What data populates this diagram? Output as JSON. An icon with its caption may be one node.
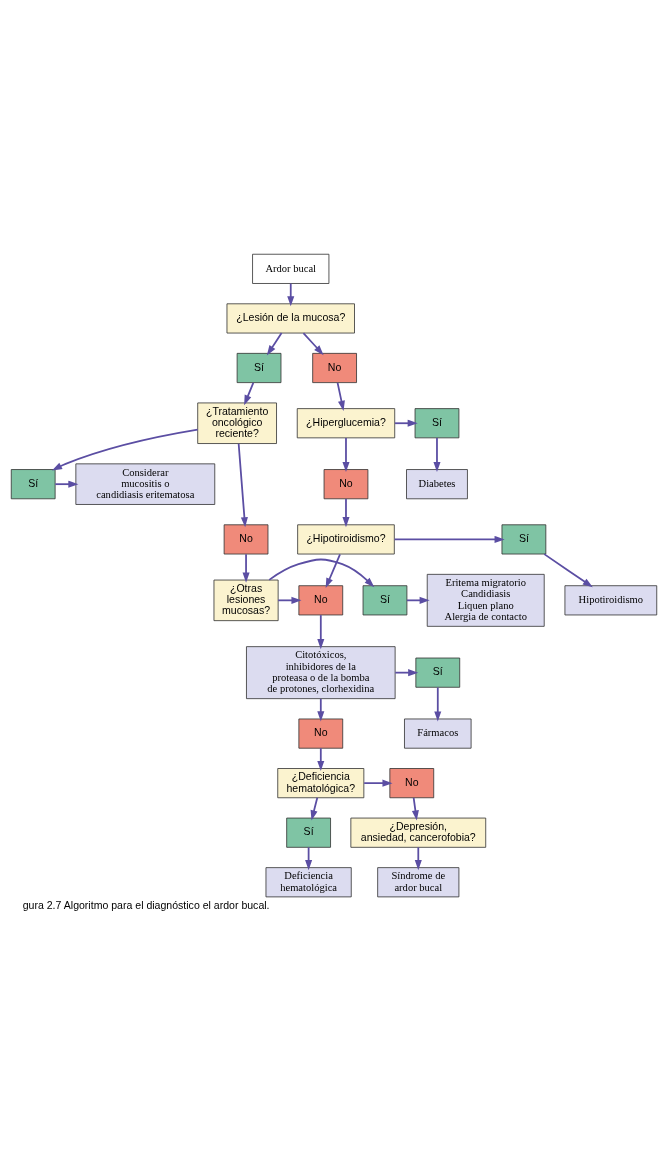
{
  "diagram": {
    "caption": "gura 2.7 Algoritmo para el diagnóstico el ardor bucal.",
    "nodes": [
      {
        "text": [
          "Ardor bucal"
        ]
      },
      {
        "text": [
          "¿Lesión de la mucosa?"
        ]
      },
      {
        "text": [
          "Sí"
        ]
      },
      {
        "text": [
          "No"
        ]
      },
      {
        "text": [
          "¿Tratamiento oncológico reciente?"
        ]
      },
      {
        "text": [
          "¿Hiperglucemia?"
        ]
      },
      {
        "text": [
          "Sí"
        ]
      },
      {
        "text": [
          "Sí"
        ]
      },
      {
        "text": [
          "No"
        ]
      },
      {
        "text": [
          "Diabetes"
        ]
      },
      {
        "text": [
          "No"
        ]
      },
      {
        "text": [
          "Considerar mucositis o candidiasis eritematosa"
        ]
      },
      {
        "text": [
          "¿Hipotiroidismo?"
        ]
      },
      {
        "text": [
          "Sí"
        ]
      },
      {
        "text": [
          "Eritema migratorio",
          "Candidiasis",
          "Liquen plano",
          "Alergia de contacto"
        ]
      },
      {
        "text": [
          "Sí"
        ]
      },
      {
        "text": [
          "¿Otras lesiones mucosas?"
        ]
      },
      {
        "text": [
          "No"
        ]
      },
      {
        "text": [
          "Hipotiroidismo"
        ]
      },
      {
        "text": [
          "Citotóxicos, inhibidores de la proteasa o de la bomba de protones, clorhexidina"
        ]
      },
      {
        "text": [
          "Sí"
        ]
      },
      {
        "text": [
          "Fármacos"
        ]
      },
      {
        "text": [
          "No"
        ]
      },
      {
        "text": [
          "¿Deficiencia hematológica?"
        ]
      },
      {
        "text": [
          "No"
        ]
      },
      {
        "text": [
          "Sí"
        ]
      },
      {
        "text": [
          "¿Depresión, ansiedad, cancerofobia?"
        ]
      },
      {
        "text": [
          "Deficiencia hematológica"
        ]
      },
      {
        "text": [
          "Síndrome de ardor bucal"
        ]
      }
    ],
    "edges": [
      {
        "from": 0,
        "to": 1,
        "arrow": "to"
      },
      {
        "from": 1,
        "to": 2,
        "arrow": "to"
      },
      {
        "from": 1,
        "to": 3,
        "arrow": "to"
      },
      {
        "from": 2,
        "to": 4,
        "arrow": "to"
      },
      {
        "from": 3,
        "to": 5,
        "arrow": "to"
      },
      {
        "from": 5,
        "to": 6,
        "arrow": "to"
      },
      {
        "from": 6,
        "to": 9,
        "arrow": "to"
      },
      {
        "from": 4,
        "to": 7,
        "arrow": "to"
      },
      {
        "from": 4,
        "to": 8,
        "arrow": "to"
      },
      {
        "from": 7,
        "to": 11,
        "arrow": "to"
      },
      {
        "from": 5,
        "to": 10,
        "arrow": "to"
      },
      {
        "from": 10,
        "to": 12,
        "arrow": "to"
      },
      {
        "from": 8,
        "to": 16,
        "arrow": "to"
      },
      {
        "from": 12,
        "to": 13,
        "arrow": "to"
      },
      {
        "from": 13,
        "to": 18,
        "arrow": "to"
      },
      {
        "from": 16,
        "to": 15,
        "arrow": "to"
      },
      {
        "from": 15,
        "to": 14,
        "arrow": "to"
      },
      {
        "from": 16,
        "to": 17,
        "arrow": "to"
      },
      {
        "from": 12,
        "to": 17,
        "arrow": "to"
      },
      {
        "from": 17,
        "to": 19,
        "arrow": "to"
      },
      {
        "from": 19,
        "to": 20,
        "arrow": "to"
      },
      {
        "from": 20,
        "to": 21,
        "arrow": "to"
      },
      {
        "from": 19,
        "to": 22,
        "arrow": "to"
      },
      {
        "from": 22,
        "to": 23,
        "arrow": "to"
      },
      {
        "from": 23,
        "to": 24,
        "arrow": "to"
      },
      {
        "from": 24,
        "to": 26,
        "arrow": "to"
      },
      {
        "from": 23,
        "to": 25,
        "arrow": "to"
      },
      {
        "from": 25,
        "to": 27,
        "arrow": "to"
      },
      {
        "from": 26,
        "to": 28,
        "arrow": "to"
      }
    ]
  }
}
